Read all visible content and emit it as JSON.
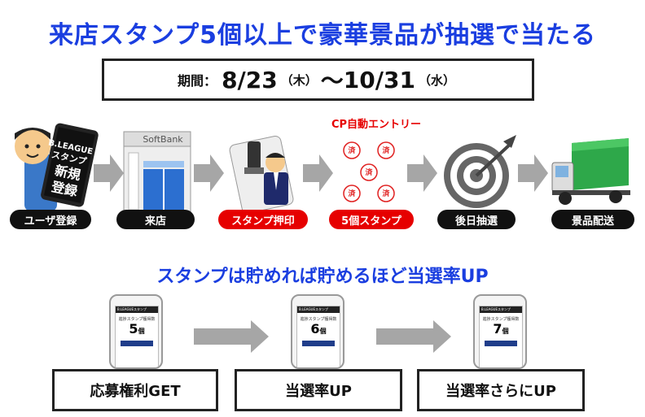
{
  "title": "来店スタンプ5個以上で豪華景品が抽選で当たる",
  "period": {
    "label": "期間：",
    "start_date": "8/23",
    "start_day": "（木）",
    "tilde": "～",
    "end_date": "10/31",
    "end_day": "（水）"
  },
  "cp_auto_entry": "CP自動エントリー",
  "phone_card": {
    "line1": "B.LEAGUE",
    "line2": "スタンプ",
    "line3": "新規",
    "line4": "登録"
  },
  "store": {
    "sign": "SoftBank"
  },
  "stamp_char": "済",
  "steps": [
    {
      "label": "ユーザ登録",
      "style": "black"
    },
    {
      "label": "来店",
      "style": "black"
    },
    {
      "label": "スタンプ押印",
      "style": "red"
    },
    {
      "label": "5個スタンプ",
      "style": "red"
    },
    {
      "label": "後日抽選",
      "style": "black"
    },
    {
      "label": "景品配送",
      "style": "black"
    }
  ],
  "subtitle": "スタンプは貯めれば貯めるほど当選率UP",
  "tiers": [
    {
      "count": "5",
      "unit": "個",
      "outcome": "応募権利GET"
    },
    {
      "count": "6",
      "unit": "個",
      "outcome": "当選率UP"
    },
    {
      "count": "7",
      "unit": "個",
      "outcome": "当選率さらにUP"
    }
  ],
  "phone_screen": {
    "header": "B.LEAGUEスタンプ",
    "caption": "進捗スタンプ獲得数"
  },
  "colors": {
    "blue": "#1a3ee0",
    "red": "#e60000",
    "black": "#111111",
    "arrow": "#a6a6a6"
  }
}
